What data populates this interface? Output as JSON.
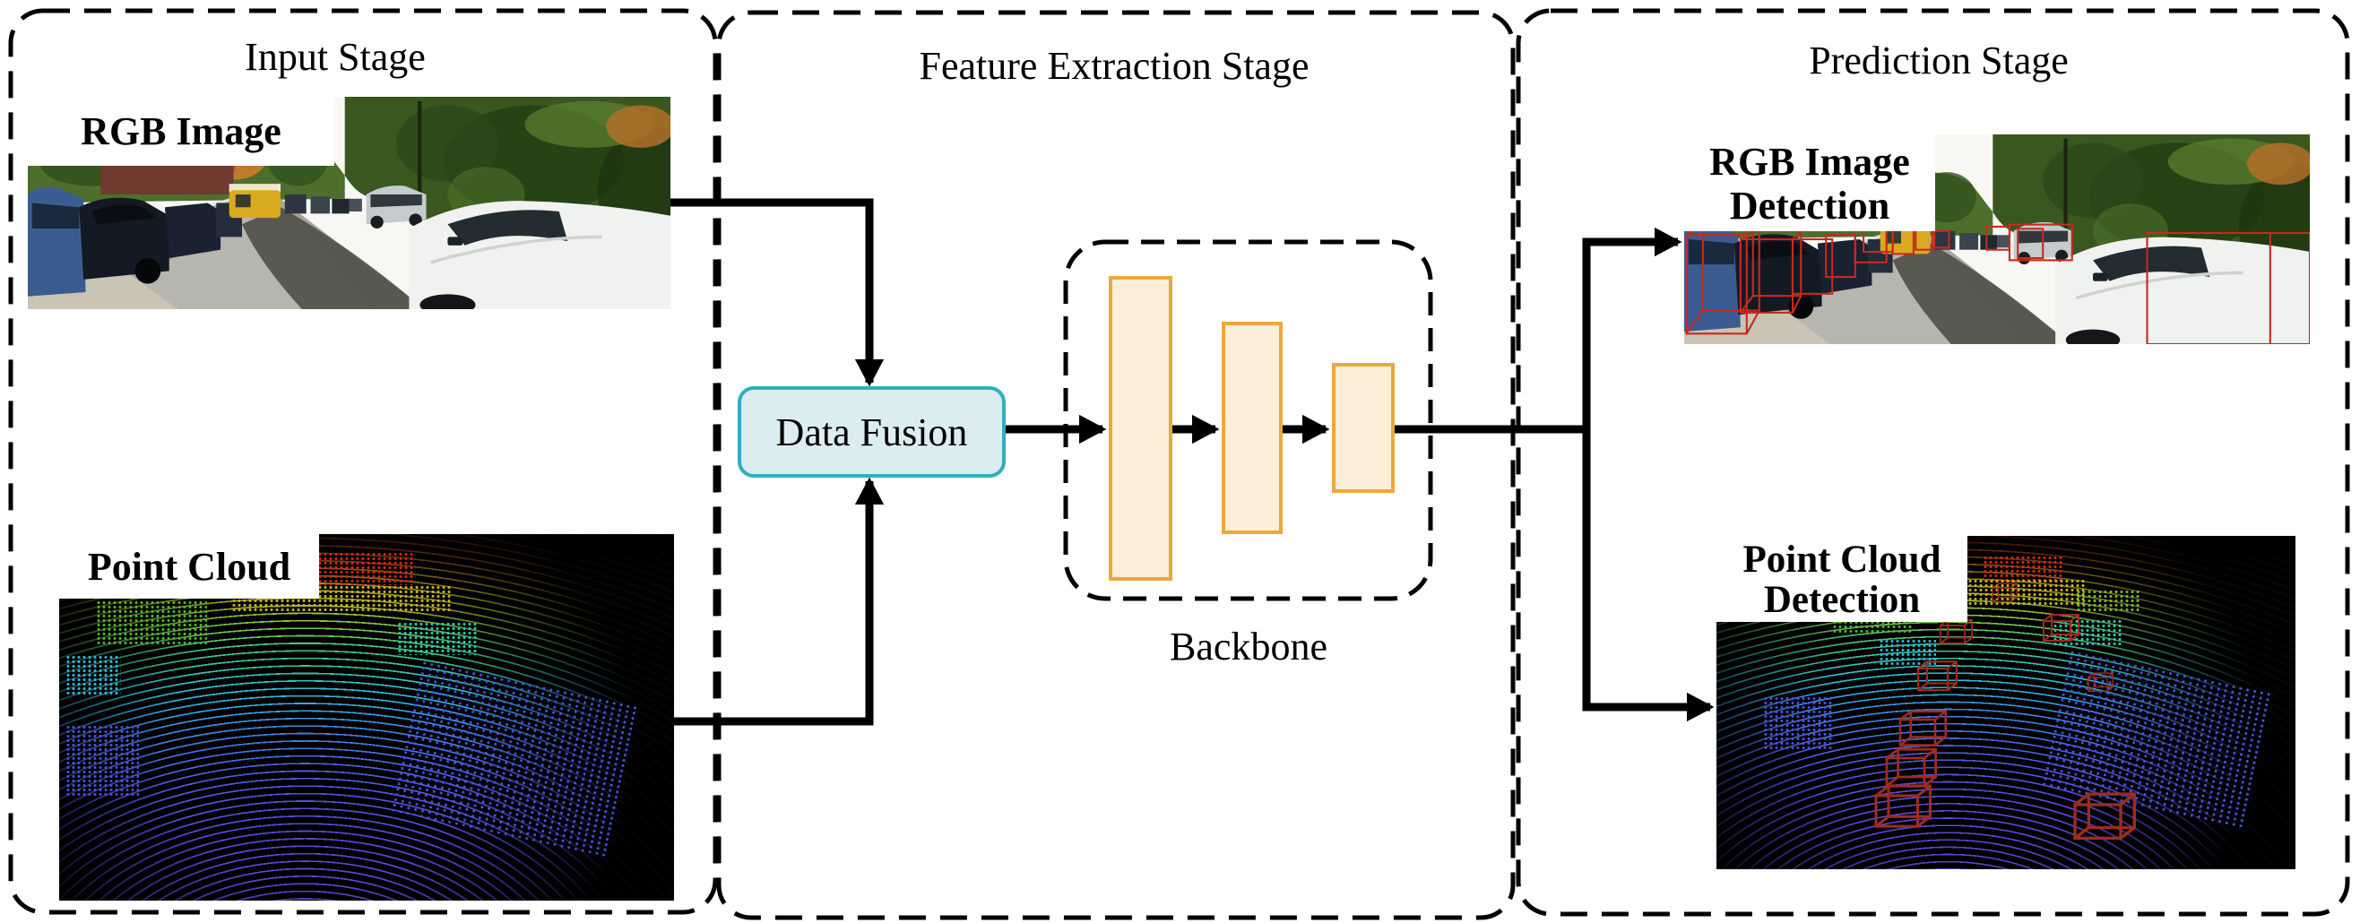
{
  "stages": [
    {
      "title": "Input Stage"
    },
    {
      "title": "Feature Extraction Stage"
    },
    {
      "title": "Prediction Stage"
    }
  ],
  "input_stage": {
    "rgb_image_label": "RGB Image",
    "point_cloud_label": "Point Cloud"
  },
  "feature_extraction_stage": {
    "data_fusion_label": "Data Fusion",
    "backbone_label": "Backbone"
  },
  "prediction_stage": {
    "rgb_detection_label": {
      "line1": "RGB Image",
      "line2": "Detection"
    },
    "point_cloud_detection_label": {
      "line1": "Point Cloud",
      "line2": "Detection"
    }
  },
  "colors": {
    "data_fusion_fill": "#dcedf2",
    "data_fusion_border": "#2fb0ba",
    "backbone_bar_fill": "#fcefd9",
    "backbone_bar_border": "#f0a63a",
    "detection_box_red": "#c62a1f",
    "pointcloud_box_red": "#9e2b20",
    "arrow_color": "#000000",
    "stage_border_color": "#000000"
  }
}
